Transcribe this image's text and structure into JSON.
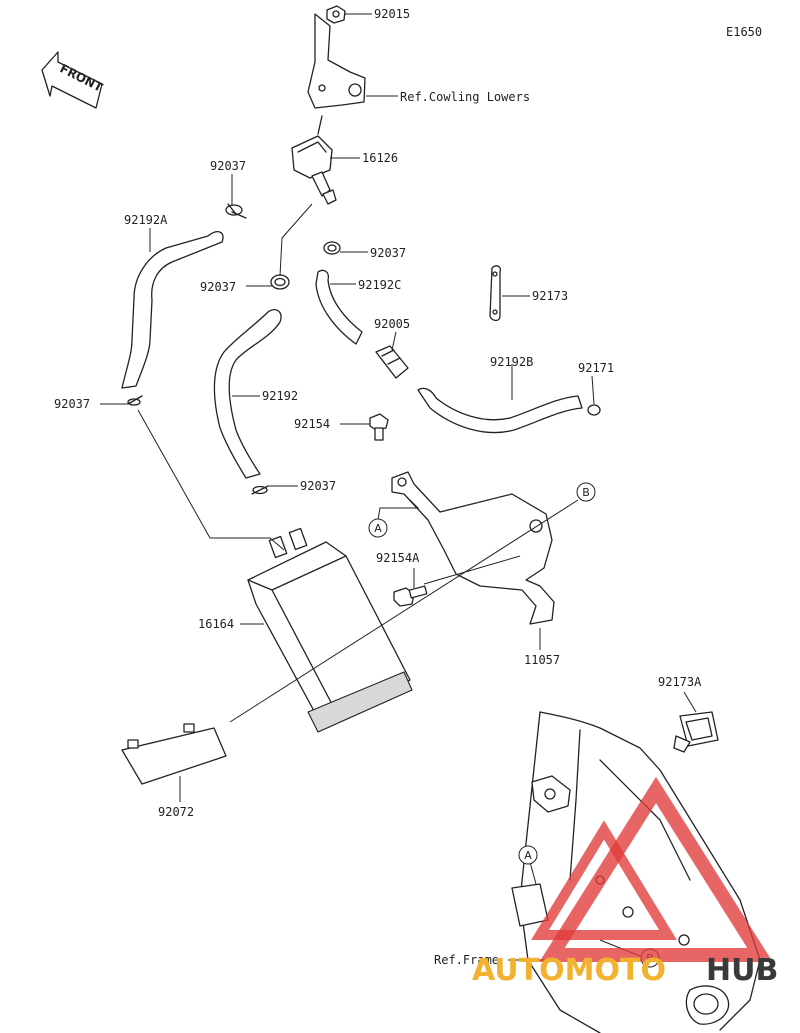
{
  "diagram_code": "E1650",
  "front_label": "FRONT",
  "callouts": [
    {
      "id": "92015",
      "text": "92015"
    },
    {
      "id": "ref-cowling",
      "text": "Ref.Cowling Lowers"
    },
    {
      "id": "16126",
      "text": "16126"
    },
    {
      "id": "92037-a",
      "text": "92037"
    },
    {
      "id": "92192A",
      "text": "92192A"
    },
    {
      "id": "92037-b",
      "text": "92037"
    },
    {
      "id": "92037-c",
      "text": "92037"
    },
    {
      "id": "92192C",
      "text": "92192C"
    },
    {
      "id": "92173",
      "text": "92173"
    },
    {
      "id": "92005",
      "text": "92005"
    },
    {
      "id": "92192B",
      "text": "92192B"
    },
    {
      "id": "92171",
      "text": "92171"
    },
    {
      "id": "92037-d",
      "text": "92037"
    },
    {
      "id": "92192",
      "text": "92192"
    },
    {
      "id": "92154",
      "text": "92154"
    },
    {
      "id": "92037-e",
      "text": "92037"
    },
    {
      "id": "92154A",
      "text": "92154A"
    },
    {
      "id": "16164",
      "text": "16164"
    },
    {
      "id": "11057",
      "text": "11057"
    },
    {
      "id": "92173A",
      "text": "92173A"
    },
    {
      "id": "92072",
      "text": "92072"
    },
    {
      "id": "ref-frame",
      "text": "Ref.Frame"
    }
  ],
  "connection_markers": {
    "a_upper": "A",
    "b_upper": "B",
    "a_lower": "A",
    "b_lower": "B"
  },
  "watermark": {
    "part1": "AUTOMOTO",
    "part2": "HUB",
    "color_primary": "#e23a3a",
    "color_accent": "#f2b230"
  }
}
